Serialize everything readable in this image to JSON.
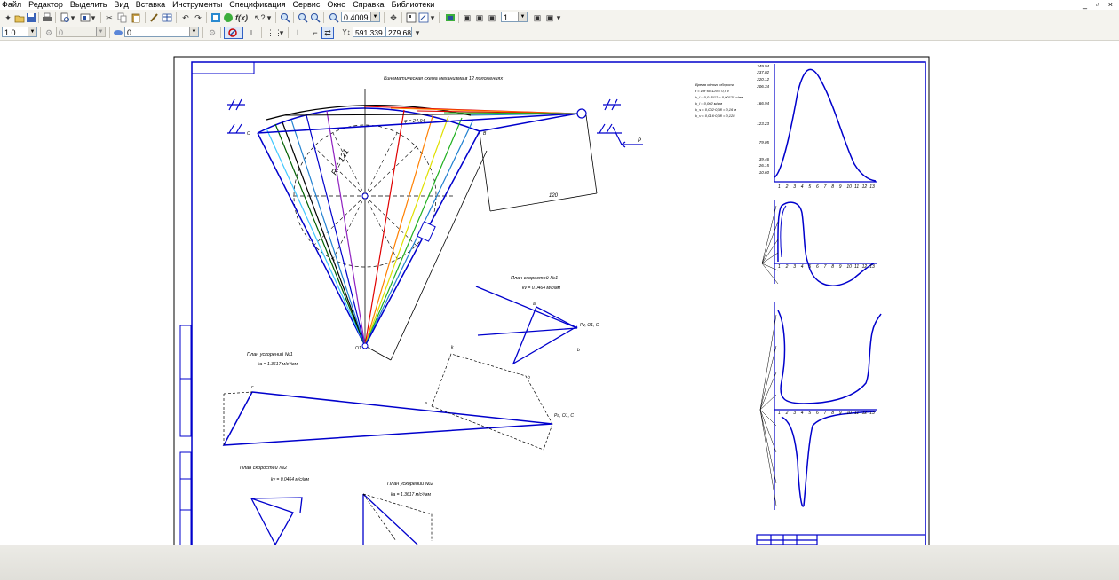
{
  "menu": [
    "Файл",
    "Редактор",
    "Выделить",
    "Вид",
    "Вставка",
    "Инструменты",
    "Спецификация",
    "Сервис",
    "Окно",
    "Справка",
    "Библиотеки"
  ],
  "window_controls": "_ ♂ ×",
  "toolbar1": {
    "zoom_value": "0.4009",
    "page_value": "1"
  },
  "toolbar2": {
    "line_scale": "1.0",
    "layer_value": "0",
    "style_value": "0",
    "coord_x": "591.339",
    "coord_y": "279.68"
  },
  "drawing": {
    "title_mechanism": "Кинематическая схема механизма в 12 положениях",
    "scale_notes": [
      "Время одного оборота",
      "t = 1/n·60/120 = 0,5 с",
      "k_l = 0,015/12 = 0,00125 с/мм",
      "k_l = 0,002 м/мм",
      "k_s = 0,002·0,08 = 0,16 м",
      "k_v = 0,016·0,08 = 0,128"
    ],
    "label_phi": "φ = 24.94",
    "label_r": "R = 121",
    "label_120": "120",
    "label_P": "P",
    "label_O1": "O1",
    "label_B": "B",
    "label_C": "C",
    "plan_velocity_1": "План скоростей №1",
    "plan_velocity_1_k": "kv = 0.0464 м/с/мм",
    "plan_accel_1": "План ускорений №1",
    "plan_accel_1_k": "ka = 1.3617 м/с²/мм",
    "plan_velocity_2": "План скоростей №2",
    "plan_velocity_2_k": "kv = 0.0464 м/с/мм",
    "plan_accel_2": "План ускорений №2",
    "plan_accel_2_k": "ka = 1.3617 м/с²/мм",
    "graph_s_ticks": [
      "249.94",
      "237.02",
      "220.12",
      "206.34",
      "166.94",
      "123.23",
      "79.05",
      "39.46",
      "26.15",
      "10.60"
    ],
    "graph_x_ticks": [
      "1",
      "2",
      "3",
      "4",
      "5",
      "6",
      "7",
      "8",
      "9",
      "10",
      "11",
      "12",
      "13"
    ],
    "vel_labels": [
      "Pv, O1, C",
      "a",
      "b"
    ],
    "acc_labels": [
      "Pa, O1, C",
      "c",
      "k",
      "a",
      "b"
    ]
  }
}
